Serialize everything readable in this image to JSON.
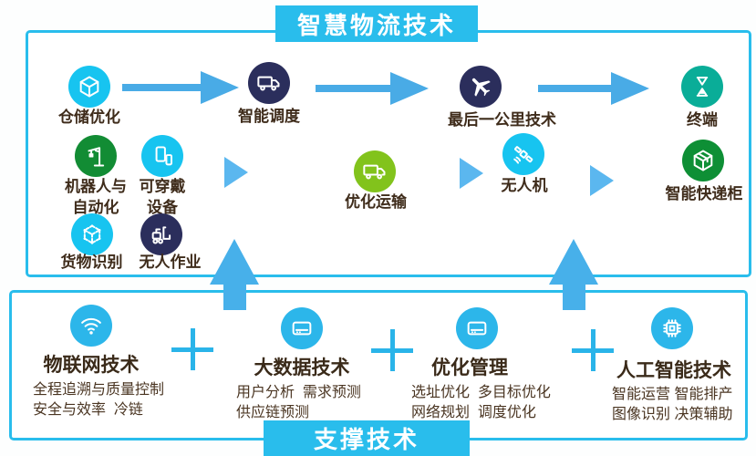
{
  "banners": {
    "top": "智慧物流技术",
    "bottom": "支撑技术"
  },
  "colors": {
    "frame_cyan": "#29bdec",
    "arrow_blue": "#49abe6",
    "triangle_blue": "#5bb7ef",
    "up_arrow_blue": "#47b0ea",
    "plus_cyan": "#2ab4e9",
    "text_brown": "#3f2c1b"
  },
  "flow": {
    "row1": [
      {
        "label": "仓储优化",
        "icon": "cube-icon",
        "color": "#17c4f0"
      },
      {
        "label": "智能调度",
        "icon": "truck-icon",
        "color": "#2b2e5c"
      },
      {
        "label": "最后一公里技术",
        "icon": "plane-icon",
        "color": "#2b2e5c"
      },
      {
        "label": "终端",
        "icon": "hourglass-icon",
        "color": "#0aad98"
      }
    ],
    "row2": [
      {
        "label_lines": [
          "机器人与",
          "自动化"
        ],
        "icon": "crane-icon",
        "color": "#128c34"
      },
      {
        "label_lines": [
          "可穿戴",
          "设备"
        ],
        "icon": "wearable-icon",
        "color": "#17c4f0"
      },
      {
        "label_lines": [
          "优化运输"
        ],
        "icon": "truck-icon",
        "color": "#82c31c"
      },
      {
        "label_lines": [
          "无人机"
        ],
        "icon": "satellite-icon",
        "color": "#17c4f0"
      },
      {
        "label_lines": [
          "智能快递柜"
        ],
        "icon": "package-icon",
        "color": "#0e8f35"
      }
    ],
    "row3": [
      {
        "label": "货物识别",
        "icon": "cube-scan-icon",
        "color": "#17c4f0"
      },
      {
        "label": "无人作业",
        "icon": "forklift-icon",
        "color": "#2b2e5c"
      }
    ]
  },
  "support": {
    "groups": [
      {
        "title": "物联网技术",
        "icon": "wifi-icon",
        "color": "#2cb6ea",
        "lines": [
          "全程追溯与质量控制",
          "安全与效率  冷链"
        ]
      },
      {
        "title": "大数据技术",
        "icon": "drive-icon",
        "color": "#2cb6ea",
        "lines": [
          "用户分析  需求预测",
          "供应链预测"
        ]
      },
      {
        "title": "优化管理",
        "icon": "drive-icon",
        "color": "#2cb6ea",
        "lines": [
          "选址优化  多目标优化",
          "网络规划  调度优化"
        ]
      },
      {
        "title": "人工智能技术",
        "icon": "chip-icon",
        "color": "#2cb6ea",
        "lines": [
          "智能运营 智能排产",
          "图像识别 决策辅助"
        ]
      }
    ]
  }
}
